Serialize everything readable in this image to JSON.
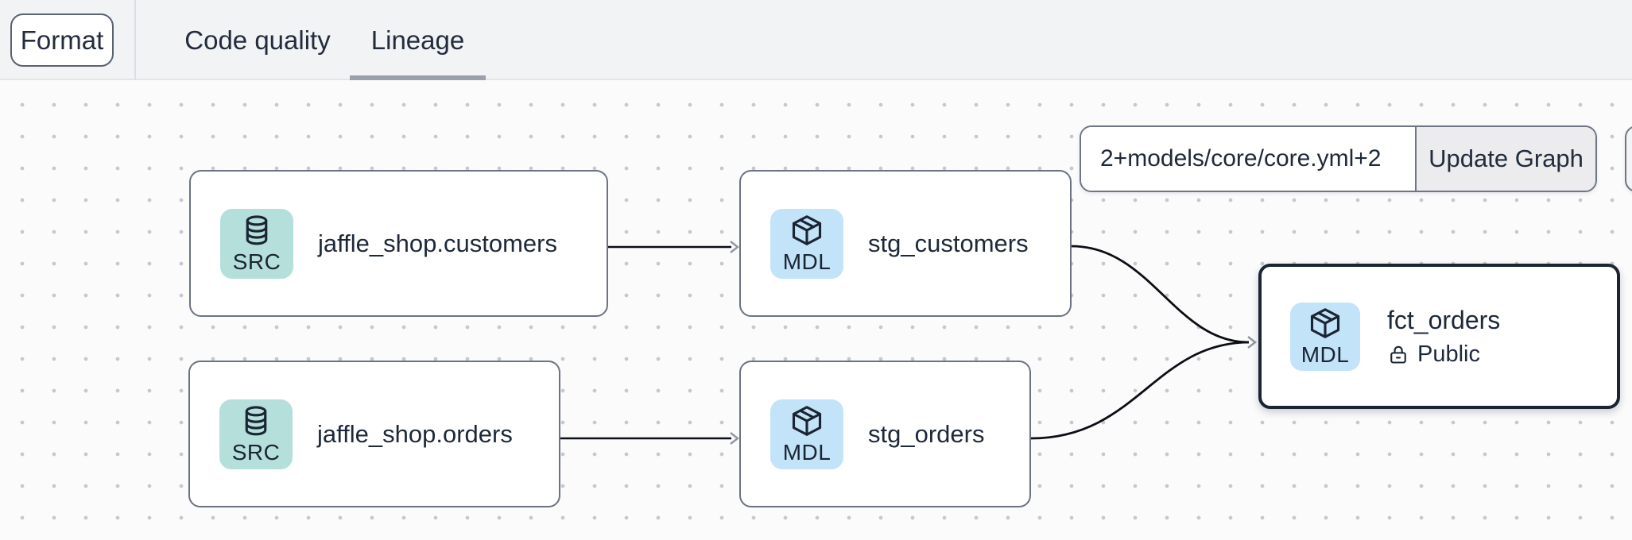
{
  "header": {
    "format_button_label": "Format",
    "tabs": [
      {
        "label": "Code quality",
        "active": false
      },
      {
        "label": "Lineage",
        "active": true
      }
    ]
  },
  "graph_toolbar": {
    "selector_value": "2+models/core/core.yml+2",
    "update_button_label": "Update Graph"
  },
  "nodes": [
    {
      "badge": "SRC",
      "label": "jaffle_shop.customers",
      "kind": "source"
    },
    {
      "badge": "MDL",
      "label": "stg_customers",
      "kind": "model"
    },
    {
      "badge": "SRC",
      "label": "jaffle_shop.orders",
      "kind": "source"
    },
    {
      "badge": "MDL",
      "label": "stg_orders",
      "kind": "model"
    },
    {
      "badge": "MDL",
      "label": "fct_orders",
      "access": "Public",
      "kind": "model",
      "selected": true
    }
  ],
  "edges": [
    {
      "from": "jaffle_shop.customers",
      "to": "stg_customers"
    },
    {
      "from": "jaffle_shop.orders",
      "to": "stg_orders"
    },
    {
      "from": "stg_customers",
      "to": "fct_orders"
    },
    {
      "from": "stg_orders",
      "to": "fct_orders"
    }
  ],
  "icons": {
    "source_badge": "database-icon",
    "model_badge": "cube-icon",
    "access_public": "unlock-icon"
  },
  "colors": {
    "header_bg": "#f2f3f5",
    "canvas_bg": "#fbfbfc",
    "dot_grid": "#c6c8cf",
    "source_badge_bg": "#b5dfdb",
    "model_badge_bg": "#c2e3f8",
    "node_border": "#6a7380",
    "selected_node_border": "#1b2433",
    "tab_underline": "#9aa1ad",
    "text_dark": "#1d2839",
    "edge_line": "#0b0e14",
    "arrowhead": "#8f96a2",
    "update_button_bg": "#ececee"
  }
}
